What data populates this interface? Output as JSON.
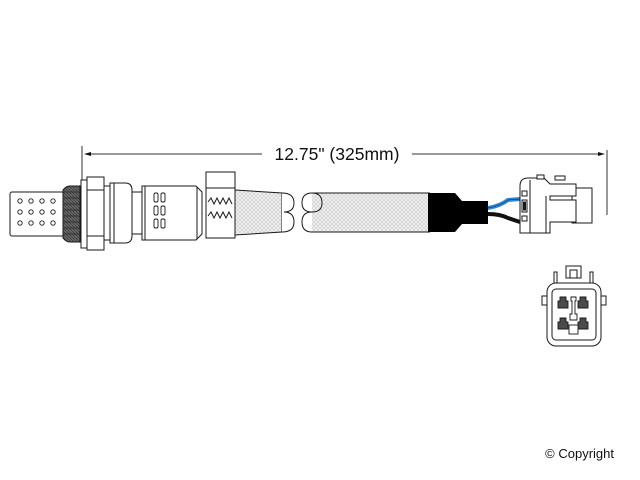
{
  "diagram": {
    "subject": "Oxygen sensor",
    "dimension": {
      "label": "12.75\" (325mm)",
      "length_in": 12.75,
      "length_mm": 325
    },
    "parts": [
      {
        "name": "sensor-tip",
        "description": "Perforated protective shield"
      },
      {
        "name": "threaded-body",
        "description": "Threaded mounting section"
      },
      {
        "name": "hex-nut",
        "description": "Hex mounting nut"
      },
      {
        "name": "sensor-housing",
        "description": "Upper housing"
      },
      {
        "name": "crimp-clamp",
        "description": "Crimp sleeve"
      },
      {
        "name": "braided-sleeve",
        "description": "Braided protective sleeve (shown broken)"
      },
      {
        "name": "rubber-boot",
        "description": "Black rubber boot"
      },
      {
        "name": "wire-blue",
        "color": "#2a86d6"
      },
      {
        "name": "wire-black",
        "color": "#111111"
      },
      {
        "name": "connector-side",
        "description": "Electrical connector, side view"
      },
      {
        "name": "connector-face",
        "description": "Electrical connector, face view",
        "pin_count": 4
      }
    ],
    "colors": {
      "line": "#1a1a1a",
      "wire_blue": "#2a86d6",
      "wire_black": "#111111",
      "boot": "#000000",
      "thread": "#555555"
    }
  },
  "footer": {
    "copyright": "© Copyright"
  }
}
